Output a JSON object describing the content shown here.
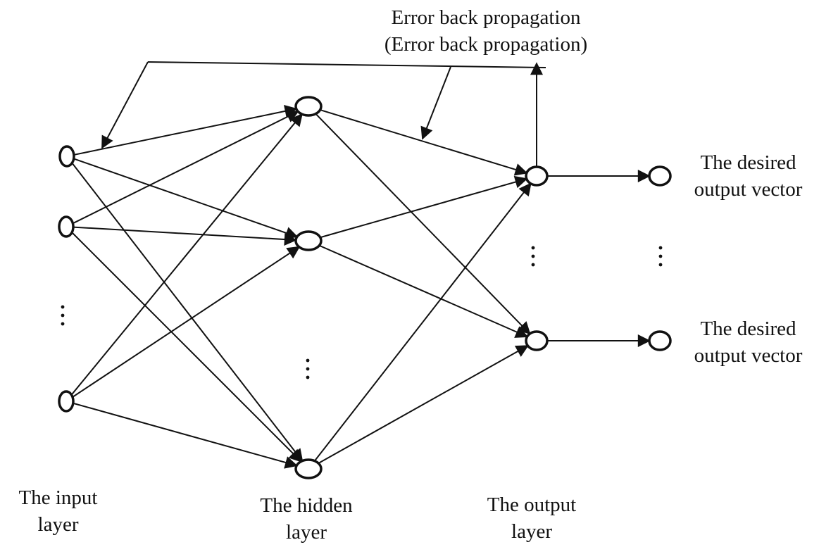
{
  "labels": {
    "title_line1": "Error back propagation",
    "title_line2": "(Error back propagation)",
    "output_top_line1": "The desired",
    "output_top_line2": "output vector",
    "output_bottom_line1": "The desired",
    "output_bottom_line2": "output vector",
    "input_line1": "The input",
    "input_line2": "layer",
    "hidden_line1": "The hidden",
    "hidden_line2": "layer",
    "output_line1": "The output",
    "output_line2": "layer"
  },
  "colors": {
    "stroke": "#111111",
    "background": "#ffffff"
  }
}
